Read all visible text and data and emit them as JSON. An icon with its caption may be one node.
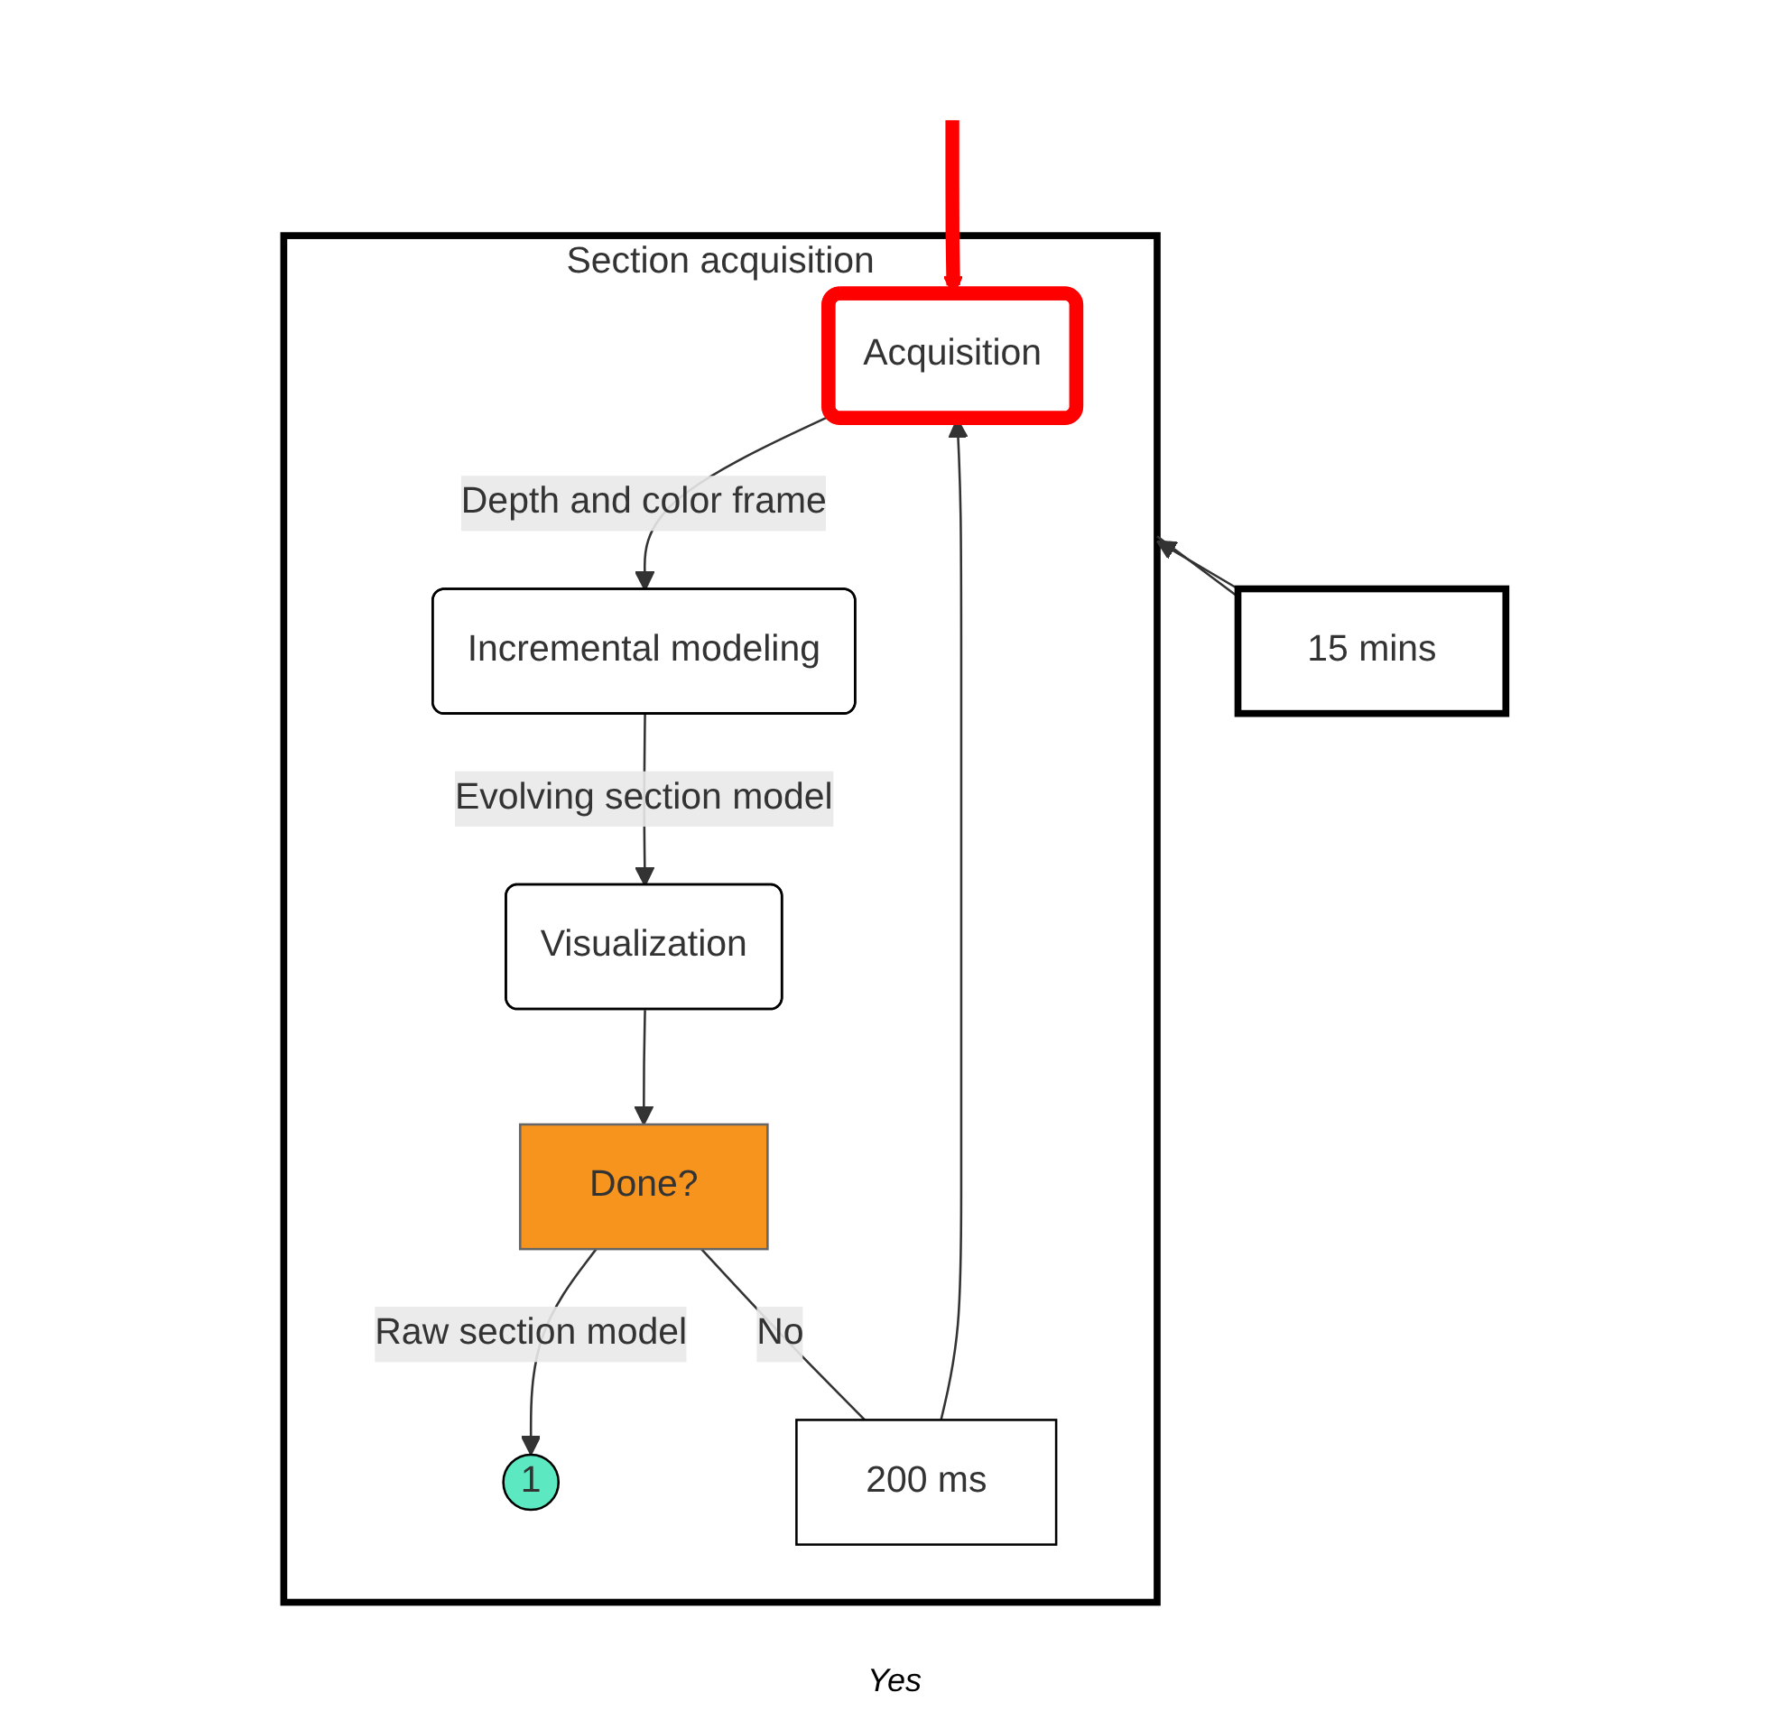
{
  "diagram": {
    "nodes": [
      {
        "text": [
          "Section acquisition"
        ]
      },
      {
        "text": [
          "Acquisition"
        ],
        "in": 0
      },
      {
        "text": [
          "Incremental modeling"
        ],
        "in": 0
      },
      {
        "text": [
          "Visualization"
        ],
        "in": 0
      },
      {
        "text": [
          "Done?"
        ],
        "in": 0
      },
      {
        "text": [
          "1"
        ],
        "in": 0
      },
      {
        "text": [
          "200 ms"
        ],
        "in": 0
      },
      {
        "text": [
          "15 mins"
        ]
      }
    ],
    "edges": [
      {
        "from": null,
        "to": 1,
        "arrow": "to",
        "style": "thick",
        "color": "#ff0000"
      },
      {
        "from": 1,
        "to": 2,
        "arrow": "to",
        "label": "Depth and color frame"
      },
      {
        "from": 2,
        "to": 3,
        "arrow": "to",
        "label": "Evolving section model"
      },
      {
        "from": 3,
        "to": 4,
        "arrow": "to"
      },
      {
        "from": 4,
        "to": 6,
        "arrow": "none",
        "label": "No"
      },
      {
        "from": 6,
        "to": 1,
        "arrow": "to"
      },
      {
        "from": 4,
        "to": 5,
        "arrow": "to",
        "label": "Raw section model"
      },
      {
        "from": 0,
        "to": 7,
        "arrow": "none"
      },
      {
        "from": 7,
        "to": 0,
        "arrow": "to"
      }
    ],
    "labels": [
      "Yes"
    ]
  }
}
